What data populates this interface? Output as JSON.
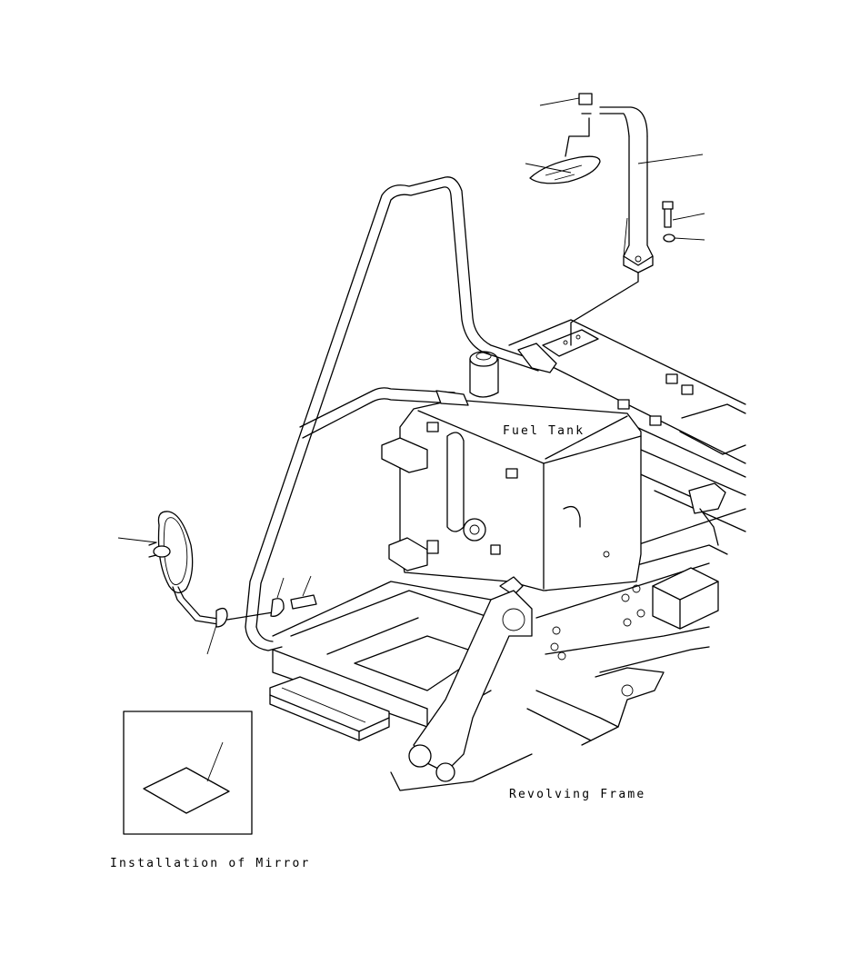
{
  "labels": {
    "fuel_tank": "Fuel Tank",
    "revolving_frame": "Revolving Frame",
    "installation": "Installation of Mirror"
  },
  "colors": {
    "line": "#000000",
    "background": "#ffffff"
  }
}
